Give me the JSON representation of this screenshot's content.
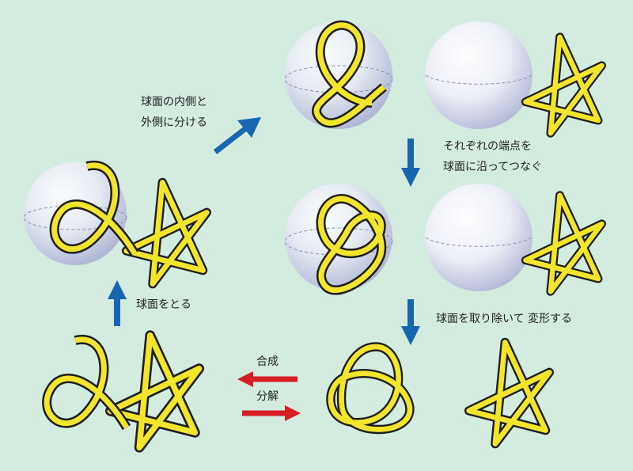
{
  "labels": {
    "split_sphere_line1": "球面の内側と",
    "split_sphere_line2": "外側に分ける",
    "connect_ends_line1": "それぞれの端点を",
    "connect_ends_line2": "球面に沿ってつなぐ",
    "remove_sphere": "球面を取り除いて 変形する",
    "take_sphere": "球面をとる",
    "compose": "合成",
    "decompose": "分解"
  },
  "colors": {
    "background": "#d4ebe0",
    "rope": "#f2e52e",
    "rope_outline": "#1e1e1e",
    "sphere": "#d6d8ec",
    "arrow_blue": "#1666b2",
    "arrow_red": "#d61e24"
  }
}
